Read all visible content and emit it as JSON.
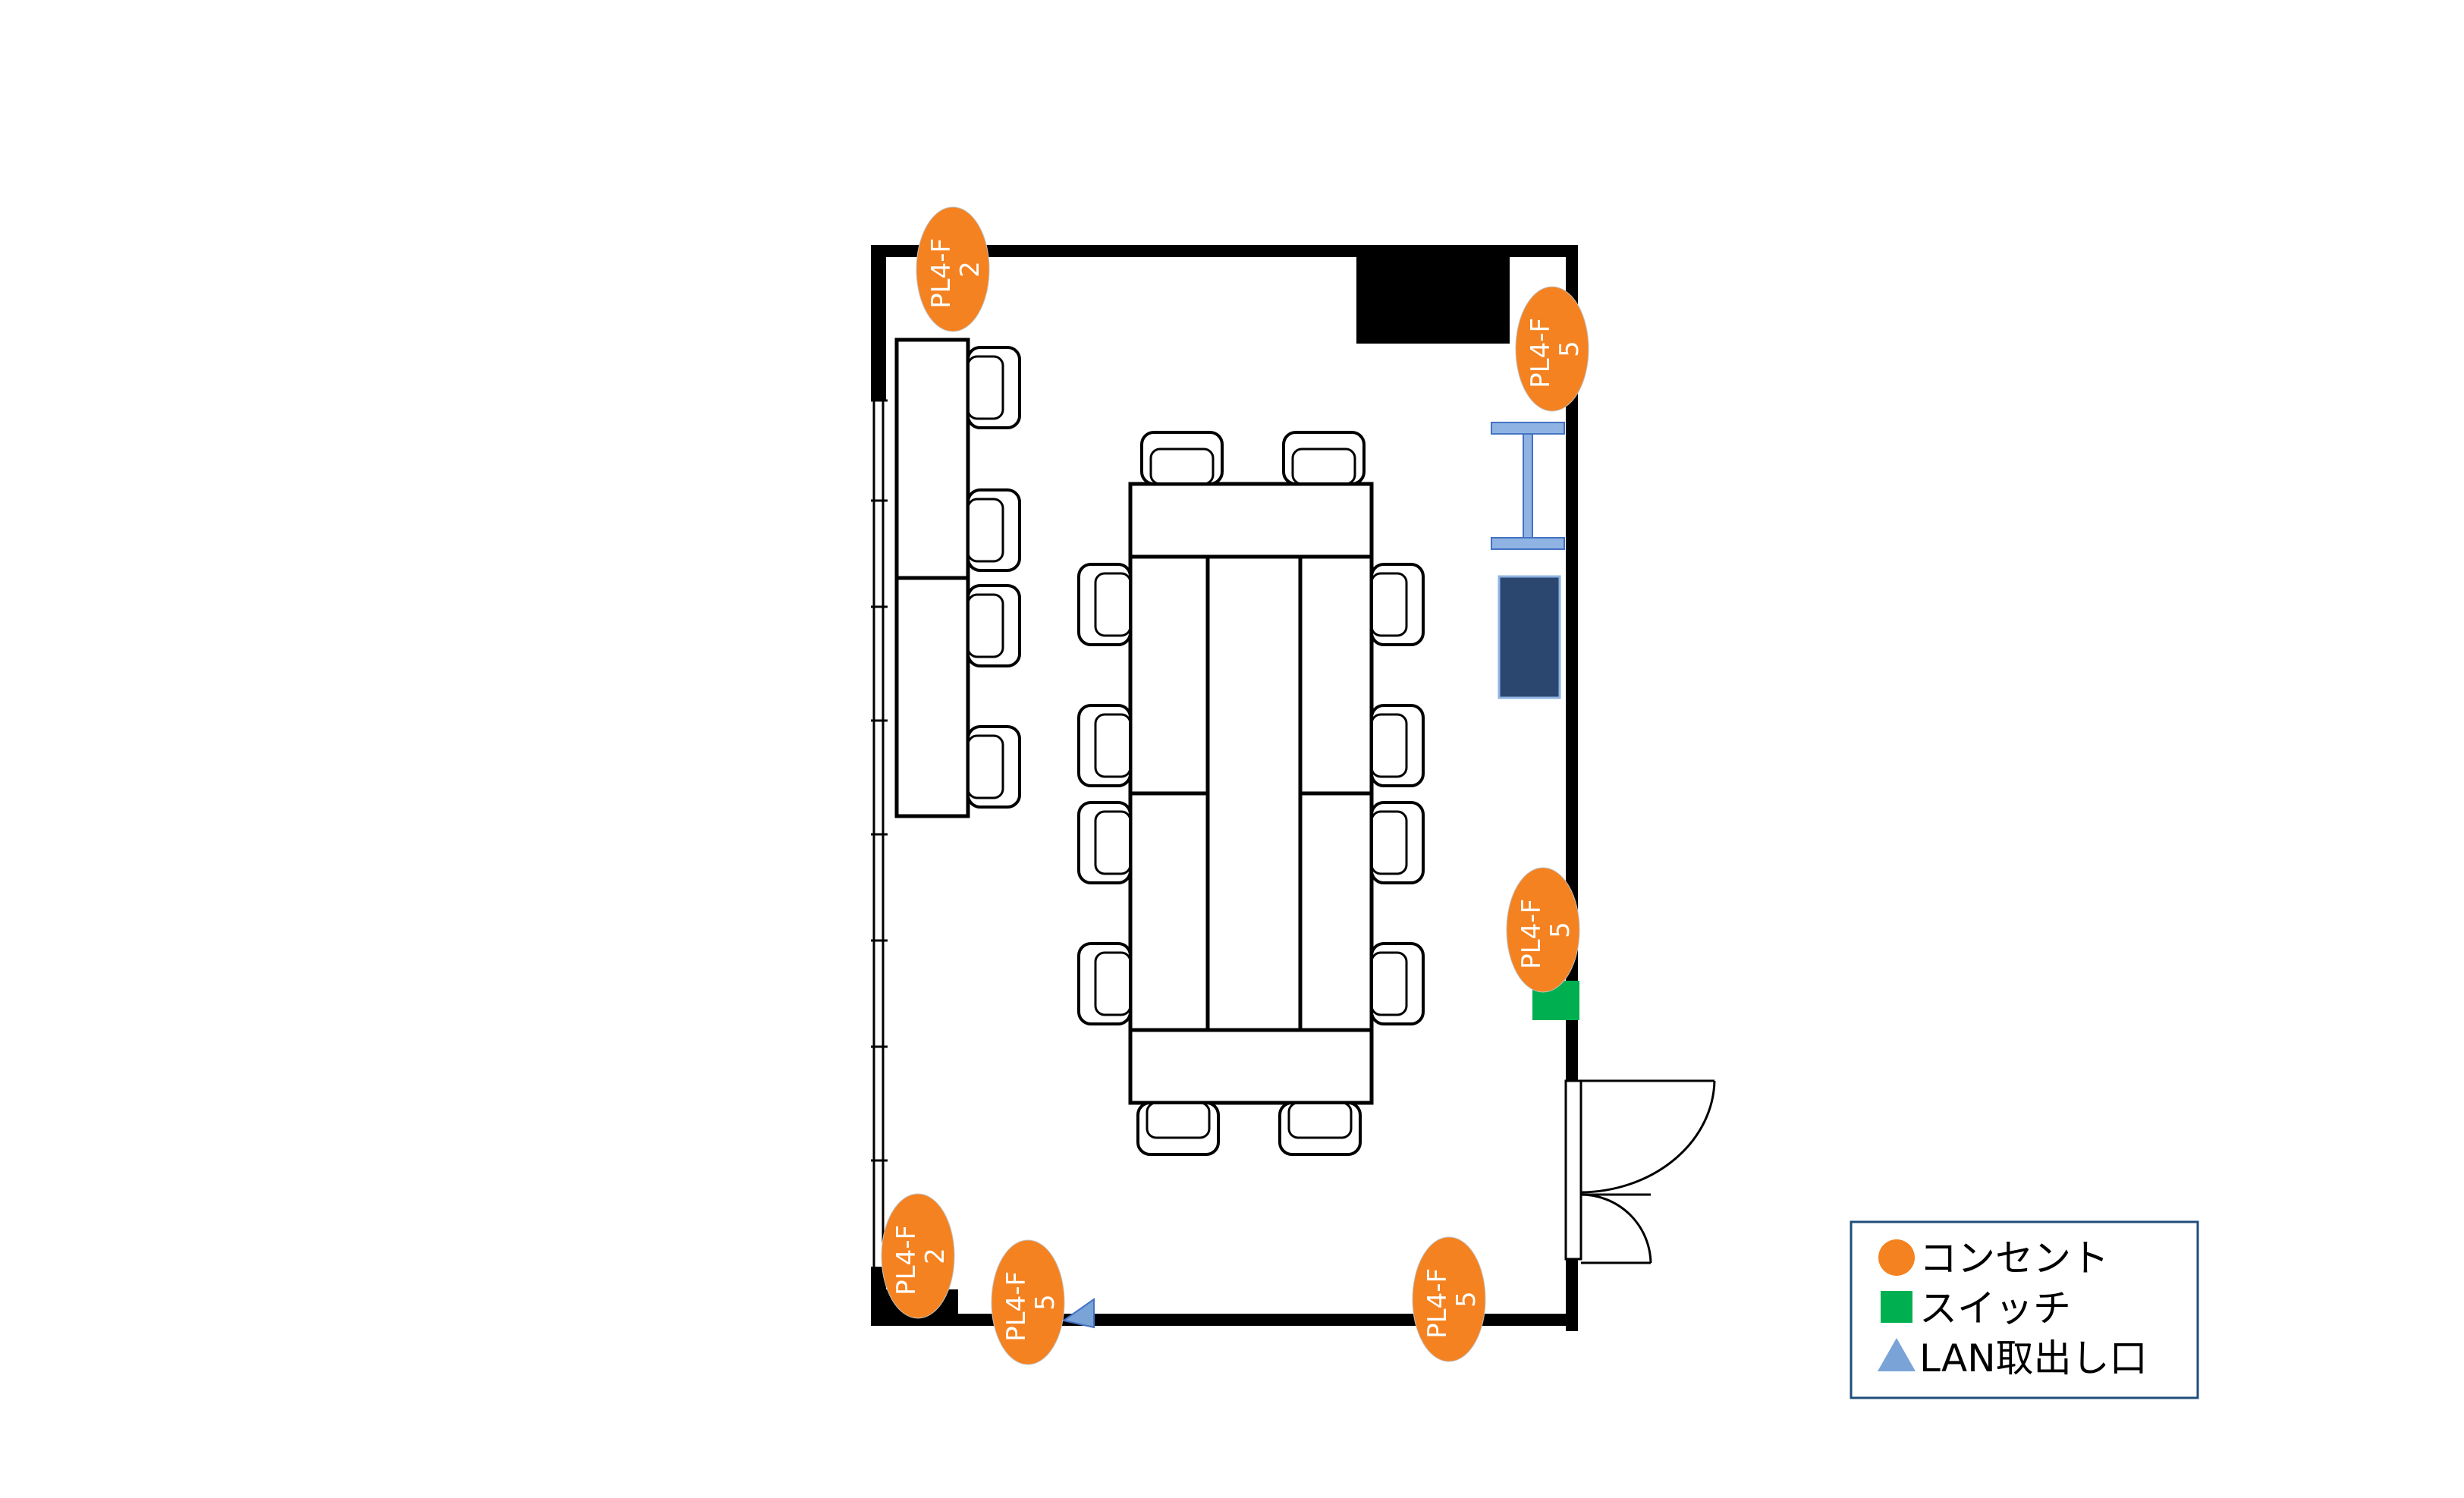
{
  "colors": {
    "outlet": "#f58220",
    "switch": "#00b050",
    "lan": "#7aa3d8",
    "whiteboard": "#8fb4e3",
    "monitor": "#2b4770",
    "legend_border": "#1f4e79"
  },
  "outlets": [
    {
      "line1": "PL4-F",
      "line2": "2"
    },
    {
      "line1": "PL4-F",
      "line2": "5"
    },
    {
      "line1": "PL4-F",
      "line2": "5"
    },
    {
      "line1": "PL4-F",
      "line2": "2"
    },
    {
      "line1": "PL4-F",
      "line2": "5"
    },
    {
      "line1": "PL4-F",
      "line2": "5"
    }
  ],
  "legend": {
    "outlet_label": "コンセント",
    "switch_label": "スイッチ",
    "lan_label": "LAN取出し口"
  }
}
